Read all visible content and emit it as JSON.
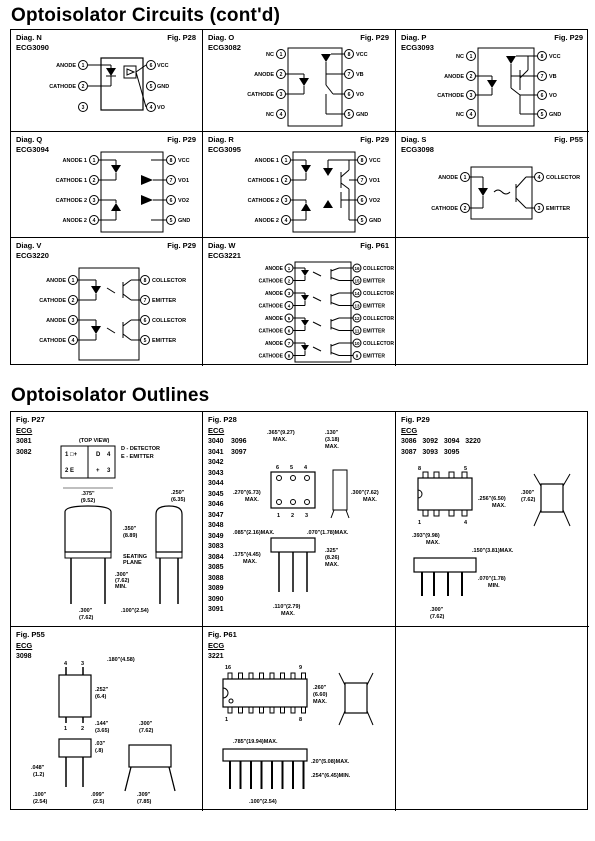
{
  "titles": {
    "circuits": "Optoisolator Circuits (cont'd)",
    "outlines": "Optoisolator Outlines"
  },
  "circuits": [
    {
      "diag": "Diag. N",
      "part": "ECG3090",
      "fig": "Fig. P28",
      "pins": [
        "ANODE",
        "CATHODE",
        "VCC",
        "GND",
        "VO"
      ]
    },
    {
      "diag": "Diag. O",
      "part": "ECG3082",
      "fig": "Fig. P29",
      "pins": [
        "NC",
        "ANODE",
        "CATHODE",
        "NC",
        "VCC",
        "VB",
        "VO",
        "GND"
      ]
    },
    {
      "diag": "Diag. P",
      "part": "ECG3093",
      "fig": "Fig. P29",
      "pins": [
        "NC",
        "ANODE",
        "CATHODE",
        "NC",
        "VCC",
        "VB",
        "VO",
        "GND"
      ]
    },
    {
      "diag": "Diag. Q",
      "part": "ECG3094",
      "fig": "Fig. P29",
      "pins": [
        "ANODE 1",
        "CATHODE 1",
        "CATHODE 2",
        "ANODE 2",
        "VCC",
        "VO1",
        "VO2",
        "GND"
      ]
    },
    {
      "diag": "Diag. R",
      "part": "ECG3095",
      "fig": "Fig. P29",
      "pins": [
        "ANODE 1",
        "CATHODE 1",
        "CATHODE 2",
        "ANODE 2",
        "VCC",
        "VO1",
        "VO2",
        "GND"
      ]
    },
    {
      "diag": "Diag. S",
      "part": "ECG3098",
      "fig": "Fig. P55",
      "pins": [
        "ANODE",
        "CATHODE",
        "COLLECTOR",
        "EMITTER"
      ]
    },
    {
      "diag": "Diag. V",
      "part": "ECG3220",
      "fig": "Fig. P29",
      "pins": [
        "ANODE",
        "CATHODE",
        "ANODE",
        "CATHODE",
        "COLLECTOR",
        "EMITTER",
        "COLLECTOR",
        "EMITTER"
      ]
    },
    {
      "diag": "Diag. W",
      "part": "ECG3221",
      "fig": "Fig. P61",
      "pins": [
        "ANODE",
        "CATHODE",
        "ANODE",
        "CATHODE",
        "ANODE",
        "CATHODE",
        "ANODE",
        "CATHODE",
        "COLLECTOR",
        "EMITTER",
        "COLLECTOR",
        "EMITTER",
        "COLLECTOR",
        "EMITTER",
        "COLLECTOR",
        "EMITTER"
      ]
    }
  ],
  "outlines": {
    "p27": {
      "fig": "Fig. P27",
      "ecg": "ECG",
      "parts": "3081\n3082",
      "topview": "(TOP VIEW)",
      "legend1": "D - DETECTOR",
      "legend2": "E - EMITTER",
      "d1": ".375\"",
      "d1m": "(9.52)",
      "d2": ".250\"",
      "d2m": "(6.35)",
      "d3": ".350\"",
      "d3m": "(8.89)",
      "d4": "SEATING",
      "d4b": "PLANE",
      "d5": ".300\"",
      "d5m": "(7.62)",
      "d5c": "MIN.",
      "d6": ".300\"",
      "d6m": "(7.62)",
      "d7": ".100\"(2.54)"
    },
    "p28": {
      "fig": "Fig. P28",
      "ecg": "ECG",
      "parts1": "3040\n3041\n3042\n3043\n3044\n3045\n3046\n3047\n3048\n3049\n3083\n3084\n3085\n3088\n3089\n3090\n3091",
      "parts2": "3096\n3097",
      "d1": ".365\"(9.27)",
      "d1b": "MAX.",
      "d2": ".130\"",
      "d2m": "(3.18)",
      "d2c": "MAX.",
      "d3": ".270\"(6.73)",
      "d3b": "MAX.",
      "d4": ".300\"(7.62)",
      "d4b": "MAX.",
      "d5": ".085\"(2.16)MAX.",
      "d6": ".070\"(1.78)MAX.",
      "d7": ".175\"(4.45)",
      "d7b": "MAX.",
      "d8": ".325\"",
      "d8m": "(8.26)",
      "d8c": "MAX.",
      "d9": ".110\"(2.79)",
      "d9b": "MAX."
    },
    "p29": {
      "fig": "Fig. P29",
      "ecg": "ECG",
      "parts": "3086   3092   3094   3220\n3087   3093   3095",
      "d1": ".256\"(6.50)",
      "d1b": "MAX.",
      "d2": ".300\"",
      "d2m": "(7.62)",
      "d3": ".393\"(9.98)",
      "d3b": "MAX.",
      "d4": ".150\"(3.81)MAX.",
      "d5": ".070\"(1.78)",
      "d5b": "MIN.",
      "d6": ".300\"",
      "d6m": "(7.62)"
    },
    "p55": {
      "fig": "Fig. P55",
      "ecg": "ECG",
      "parts": "3098",
      "d1": ".180\"(4.58)",
      "d2": ".252\"",
      "d2m": "(6.4)",
      "d3": ".144\"",
      "d3m": "(3.65)",
      "d4": ".03\"",
      "d4m": "(.8)",
      "d5": ".300\"",
      "d5m": "(7.62)",
      "d6": ".048\"",
      "d6m": "(1.2)",
      "d7": ".100\"",
      "d7m": "(2.54)",
      "d8": ".099\"",
      "d8m": "(2.5)",
      "d9": ".309\"",
      "d9m": "(7.85)"
    },
    "p61": {
      "fig": "Fig. P61",
      "ecg": "ECG",
      "parts": "3221",
      "d1": ".260\"",
      "d1m": "(6.60)",
      "d1c": "MAX.",
      "d2": ".785\"(19.94)MAX.",
      "d3": ".20\"(5.08)MAX.",
      "d4": ".254\"(6.45)MIN.",
      "d5": ".100\"(2.54)"
    }
  }
}
